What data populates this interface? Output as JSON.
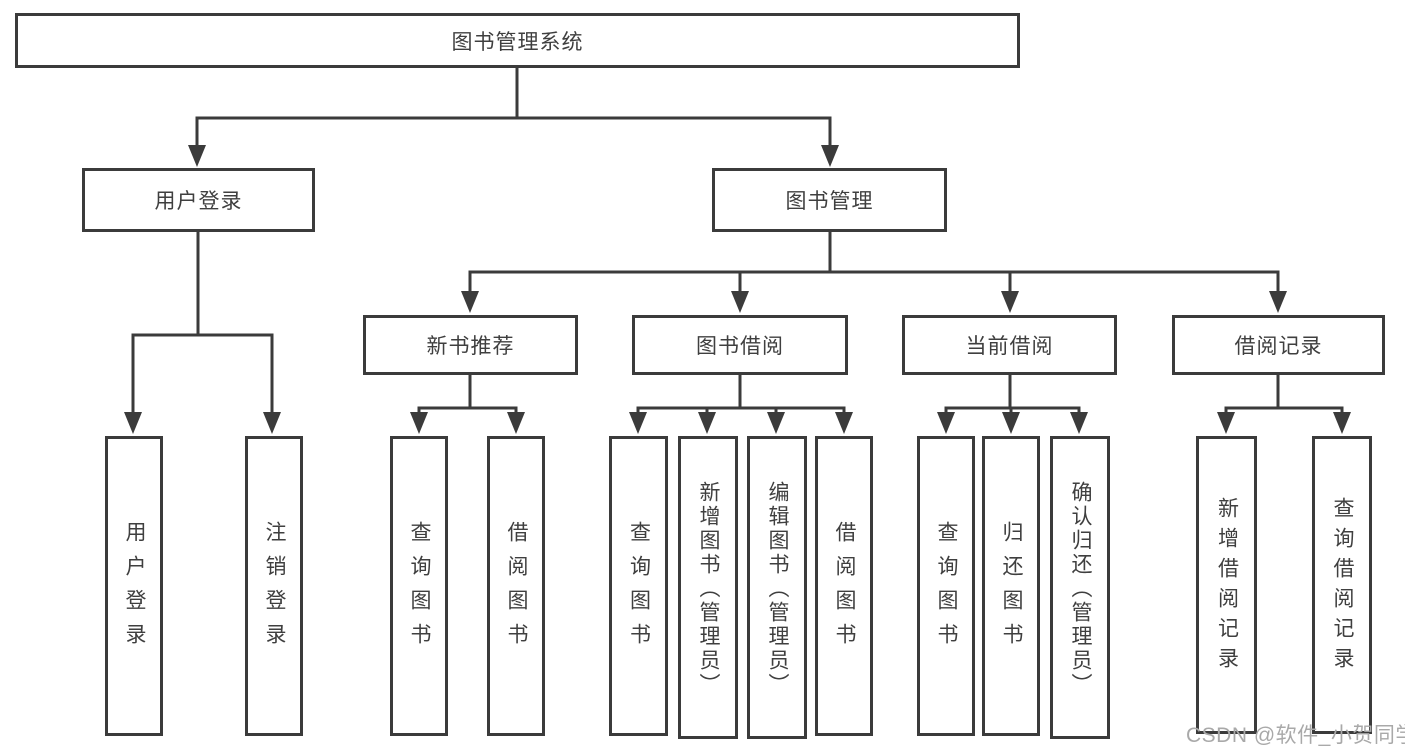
{
  "colors": {
    "line": "#3b3b3b",
    "box_border": "#3b3b3b",
    "box_background": "#ffffff",
    "text": "#3f3f3f",
    "watermark": "#a9a9a9",
    "page_background": "#ffffff"
  },
  "watermark": {
    "text": "CSDN @软件_小贺同学"
  },
  "tree": {
    "root": {
      "label": "图书管理系统"
    },
    "branches": [
      {
        "label": "用户登录",
        "children": [
          {
            "label": "用户登录"
          },
          {
            "label": "注销登录"
          }
        ]
      },
      {
        "label": "图书管理",
        "children": [
          {
            "label": "新书推荐",
            "children": [
              {
                "label": "查询图书"
              },
              {
                "label": "借阅图书"
              }
            ]
          },
          {
            "label": "图书借阅",
            "children": [
              {
                "label": "查询图书"
              },
              {
                "label": "新增图书（管理员）"
              },
              {
                "label": "编辑图书（管理员）"
              },
              {
                "label": "借阅图书"
              }
            ]
          },
          {
            "label": "当前借阅",
            "children": [
              {
                "label": "查询图书"
              },
              {
                "label": "归还图书"
              },
              {
                "label": "确认归还（管理员）"
              }
            ]
          },
          {
            "label": "借阅记录",
            "children": [
              {
                "label": "新增借阅记录"
              },
              {
                "label": "查询借阅记录"
              }
            ]
          }
        ]
      }
    ]
  }
}
